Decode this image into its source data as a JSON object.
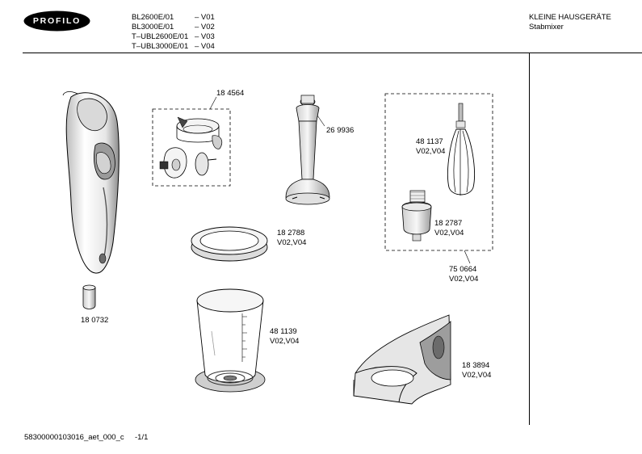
{
  "header": {
    "brand": "PROFILO",
    "models": [
      {
        "model": "BL2600E/01",
        "variant": "– V01"
      },
      {
        "model": "BL3000E/01",
        "variant": "– V02"
      },
      {
        "model": "T–UBL2600E/01",
        "variant": "– V03"
      },
      {
        "model": "T–UBL3000E/01",
        "variant": "– V04"
      }
    ],
    "category": "KLEINE HAUSGERÄTE",
    "product": "Stabmixer"
  },
  "parts": {
    "p184564": {
      "number": "18 4564"
    },
    "p269936": {
      "number": "26 9936"
    },
    "p481137": {
      "number": "48 1137",
      "variants": "V02,V04"
    },
    "p182787": {
      "number": "18 2787",
      "variants": "V02,V04"
    },
    "p750664": {
      "number": "75 0664",
      "variants": "V02,V04"
    },
    "p182788": {
      "number": "18 2788",
      "variants": "V02,V04"
    },
    "p180732": {
      "number": "18 0732"
    },
    "p481139": {
      "number": "48 1139",
      "variants": "V02,V04"
    },
    "p183894": {
      "number": "18 3894",
      "variants": "V02,V04"
    }
  },
  "footer": {
    "doc_id": "58300000103016_aet_000_c",
    "page": "-1/1"
  },
  "colors": {
    "line": "#000000",
    "part_fill": "#f2f2f2",
    "part_shade": "#bdbdbd",
    "part_dark": "#6b6b6b"
  }
}
